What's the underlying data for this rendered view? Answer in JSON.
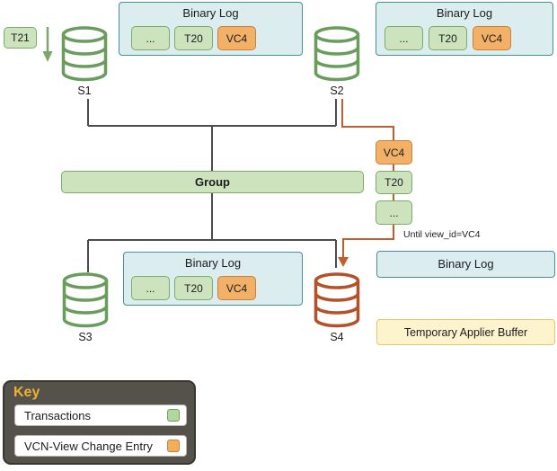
{
  "diagram": {
    "incoming_transaction": "T21",
    "servers": {
      "s1": "S1",
      "s2": "S2",
      "s3": "S3",
      "s4": "S4"
    },
    "group_label": "Group",
    "until_label": "Until view_id=VC4",
    "buffer_label": "Temporary Applier Buffer",
    "binlog_s1": {
      "title": "Binary Log",
      "entries": [
        "...",
        "T20",
        "VC4"
      ]
    },
    "binlog_s2": {
      "title": "Binary Log",
      "entries": [
        "...",
        "T20",
        "VC4"
      ]
    },
    "binlog_s3": {
      "title": "Binary Log",
      "entries": [
        "...",
        "T20",
        "VC4"
      ]
    },
    "binlog_s4": {
      "title": "Binary Log"
    },
    "recovery_chain": [
      "VC4",
      "T20",
      "..."
    ]
  },
  "key": {
    "title": "Key",
    "rows": [
      {
        "label": "Transactions",
        "swatch": "green"
      },
      {
        "label": "VCN-View Change Entry",
        "swatch": "orange"
      }
    ]
  },
  "colors": {
    "transaction_fill": "#cde3bd",
    "transaction_border": "#7cab69",
    "view_change_fill": "#f2b166",
    "view_change_border": "#c9803b",
    "binlog_fill": "#dbedef",
    "binlog_border": "#45909a",
    "buffer_fill": "#fdf3cc",
    "buffer_border": "#e4c766",
    "database_green": "#689d5c",
    "database_orange": "#b4512a",
    "connector_dark": "#4c4c4c",
    "connector_orange": "#c55d2b",
    "key_background": "#55514b",
    "key_title_color": "#eeb131"
  }
}
